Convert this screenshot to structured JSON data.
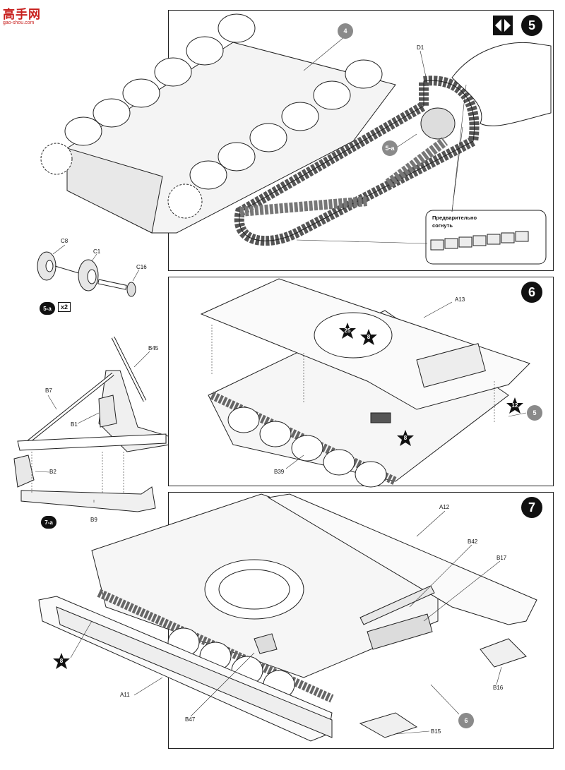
{
  "watermark": {
    "name": "高手网",
    "url": "gao-shou.com"
  },
  "step5": {
    "number": "5",
    "parts": {
      "d1": "D1",
      "ref4": "4",
      "ref5a": "5-a"
    },
    "callout_text": "Предварительно согнуть"
  },
  "sub5a": {
    "parts": {
      "c8": "C8",
      "c1": "C1",
      "c16": "C16"
    },
    "ref": "5-a",
    "qty": "x2"
  },
  "sub7a": {
    "parts": {
      "b45": "B45",
      "b7": "B7",
      "b1": "B1",
      "b2": "B2",
      "b9": "B9"
    },
    "ref": "7-a"
  },
  "step6": {
    "number": "6",
    "parts": {
      "a13": "A13",
      "b39": "B39"
    },
    "stars": {
      "s25": "25",
      "s8a": "8",
      "s12": "12",
      "s8b": "8"
    },
    "ref5": "5"
  },
  "step7": {
    "number": "7",
    "parts": {
      "a12": "A12",
      "b42": "B42",
      "b17": "B17",
      "a11": "A11",
      "b47": "B47",
      "b15": "B15",
      "b16": "B16"
    },
    "stars": {
      "s8": "8"
    },
    "ref6": "6"
  }
}
